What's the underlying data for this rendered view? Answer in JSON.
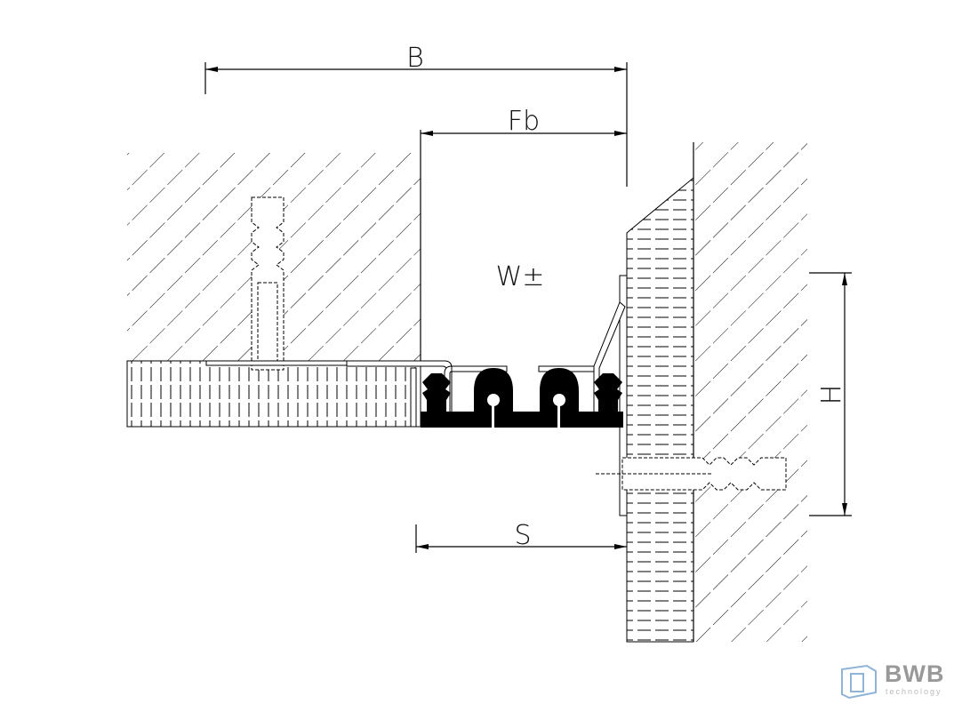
{
  "drawing": {
    "dimensions": {
      "B": "B",
      "Fb": "Fb",
      "W": "W±",
      "S": "S",
      "H": "H"
    }
  },
  "logo": {
    "name": "BWB",
    "subtitle": "technology",
    "color": "#8fb4d6"
  },
  "colors": {
    "line": "#000000",
    "seal": "#000000"
  }
}
